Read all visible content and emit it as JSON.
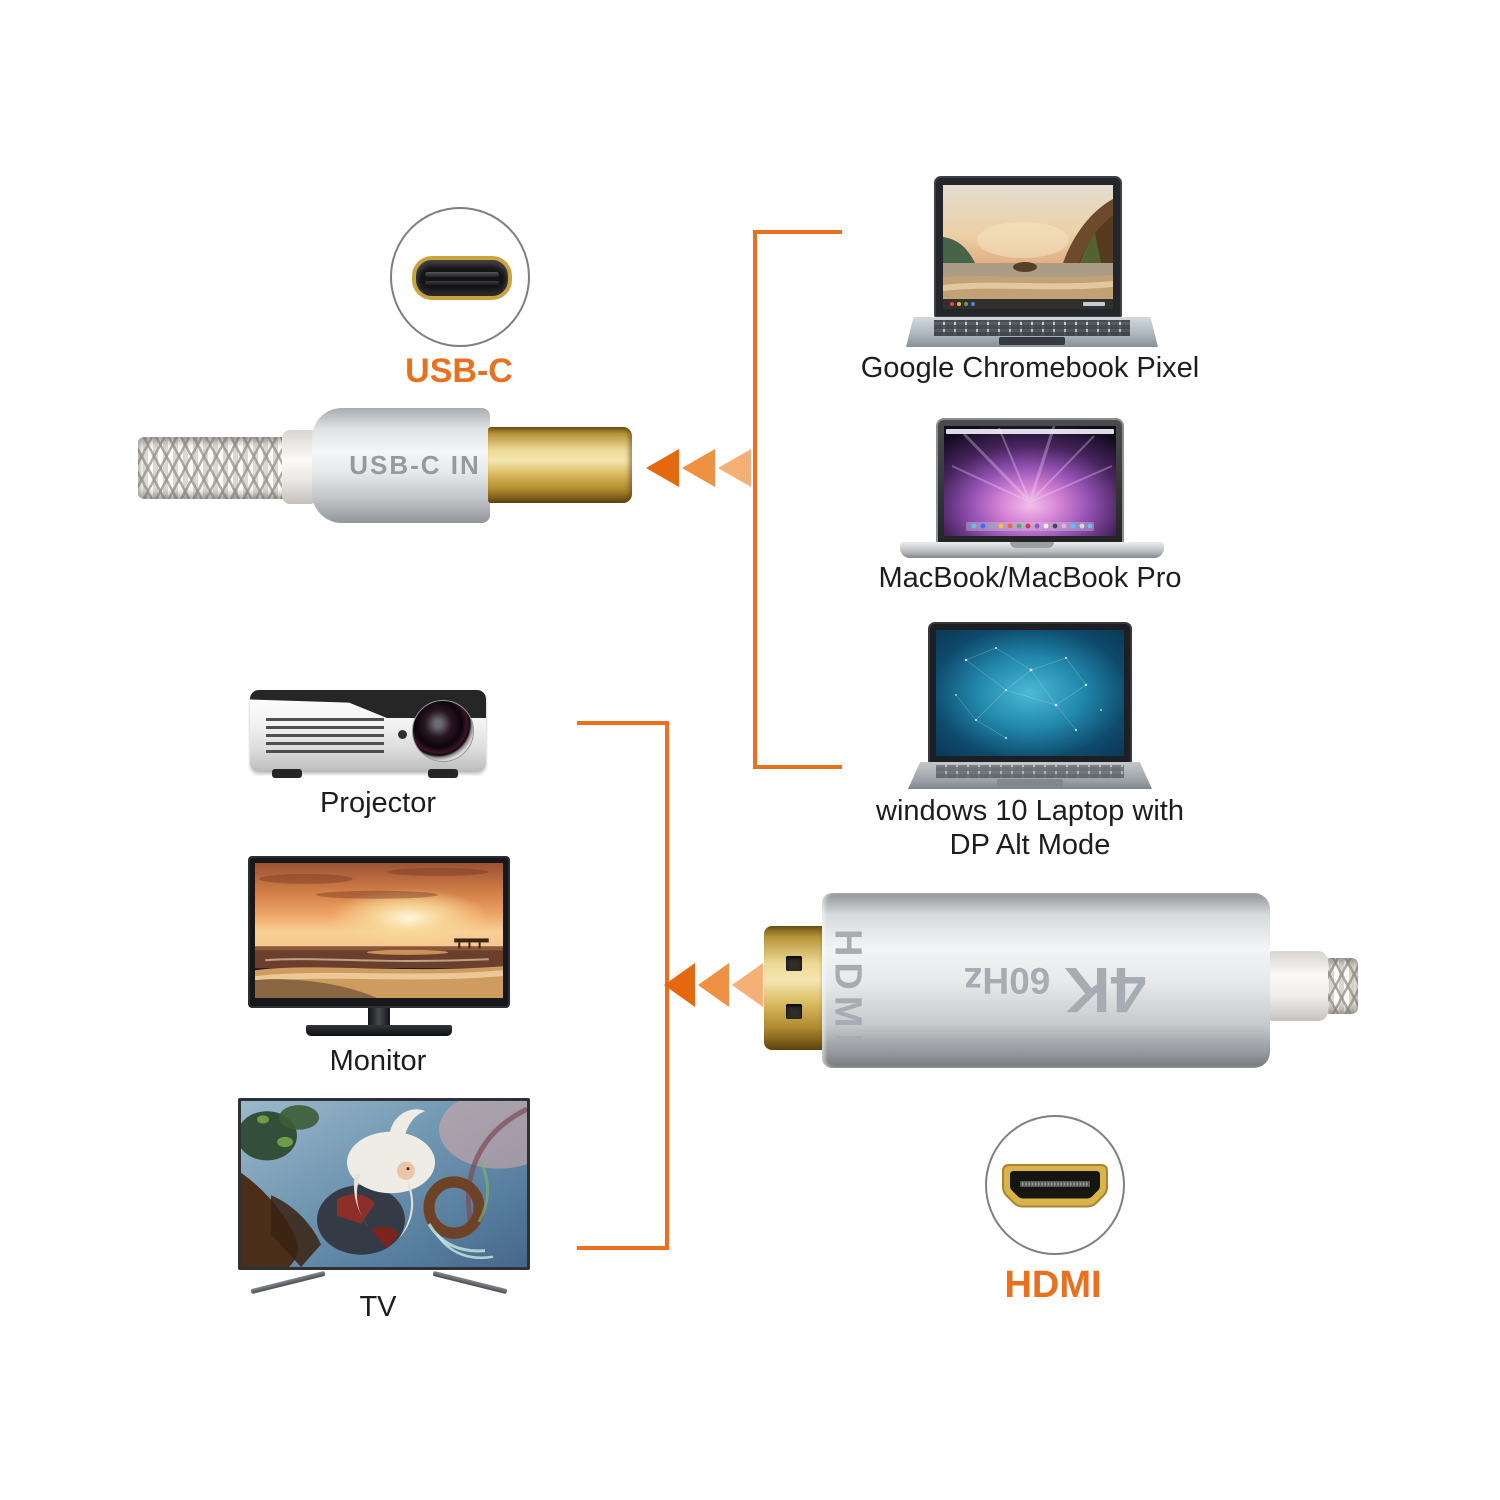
{
  "diagram": {
    "usb_c": {
      "badge_label": "USB-C",
      "connector_marking": "USB-C IN"
    },
    "hdmi": {
      "badge_label": "HDMI",
      "adapter_marking_port": "HDMI",
      "adapter_marking_resolution": "4K",
      "adapter_marking_refresh": "60Hz"
    },
    "source_devices": [
      {
        "label": "Google Chromebook Pixel"
      },
      {
        "label": "MacBook/MacBook Pro"
      },
      {
        "label_line1": "windows 10 Laptop with",
        "label_line2": "DP Alt Mode"
      }
    ],
    "display_devices": [
      {
        "label": "Projector"
      },
      {
        "label": "Monitor"
      },
      {
        "label": "TV"
      }
    ],
    "colors": {
      "accent_orange": "#e8711f",
      "bracket_orange": "#e8701f",
      "arrow_dark": "#e5680f",
      "arrow_medium": "#ef9143",
      "arrow_light": "#f5b078",
      "label_dark": "#1d1d1f",
      "engraving_gray": "#97999e",
      "adapter_marking_gray": "#a7abb2",
      "gold": "#d9b44a"
    },
    "icons": {
      "usb_c_port": "usb-c-port-icon",
      "hdmi_port": "hdmi-port-icon",
      "direction_arrows": "triple-left-triangles"
    }
  }
}
